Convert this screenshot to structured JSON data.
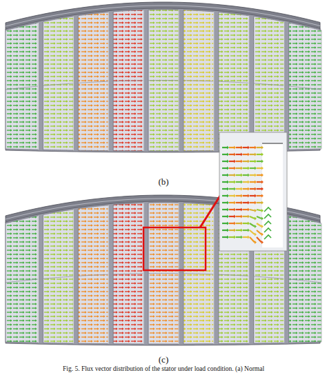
{
  "diagram": {
    "caption": "Fig. 5. Flux vector distribution of the stator under load condition. (a) Normal",
    "labels": [
      "(b)",
      "(c)"
    ]
  }
}
